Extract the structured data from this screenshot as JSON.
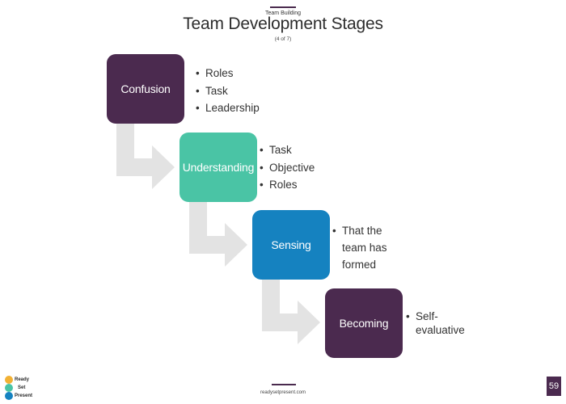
{
  "header": {
    "kicker": "Team Building",
    "title": "Team Development Stages",
    "subtitle": "(4 of 7)"
  },
  "stages": [
    {
      "label": "Confusion",
      "color": "#4b2a4f",
      "bullets": [
        "Roles",
        "Task",
        "Leadership"
      ]
    },
    {
      "label": "Understanding",
      "color": "#4ac4a5",
      "bullets": [
        "Task",
        "Objective",
        "Roles"
      ]
    },
    {
      "label": "Sensing",
      "color": "#1582c0",
      "bullets": [
        "That the team has formed"
      ]
    },
    {
      "label": "Becoming",
      "color": "#4b2a4f",
      "bullets": [
        "Self-evaluative"
      ]
    }
  ],
  "colors": {
    "connector": "#e3e3e3",
    "accent": "#4a2a4e"
  },
  "footer": {
    "url": "readysetpresent.com",
    "page_number": "59",
    "logo": {
      "line1": "Ready",
      "line2": "Set",
      "line3": "Present"
    }
  }
}
